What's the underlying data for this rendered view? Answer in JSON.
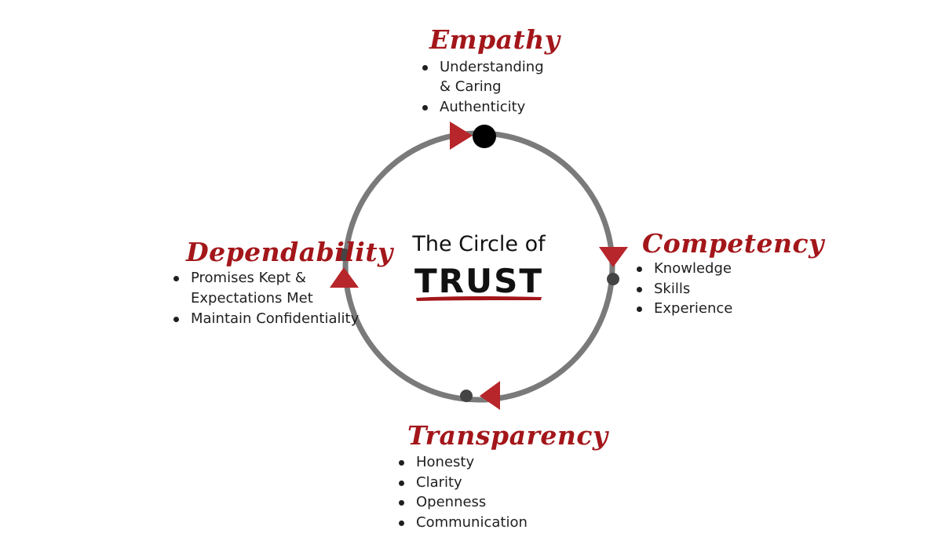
{
  "center": {
    "line1": "The Circle of",
    "line2": "TRUST"
  },
  "sections": {
    "empathy": {
      "title": "Empathy",
      "items": [
        "Understanding",
        "& Caring",
        "Authenticity"
      ]
    },
    "competency": {
      "title": "Competency",
      "items": [
        "Knowledge",
        "Skills",
        "Experience"
      ]
    },
    "transparency": {
      "title": "Transparency",
      "items": [
        "Honesty",
        "Clarity",
        "Openness",
        "Communication"
      ]
    },
    "dependability": {
      "title": "Dependability",
      "items": [
        "Promises Kept &",
        "Expectations Met",
        "Maintain Confidentiality"
      ]
    }
  },
  "colors": {
    "accent": "#a3161a",
    "ring": "#7a7a7a",
    "node": "#444444",
    "text": "#1f1f1f"
  }
}
